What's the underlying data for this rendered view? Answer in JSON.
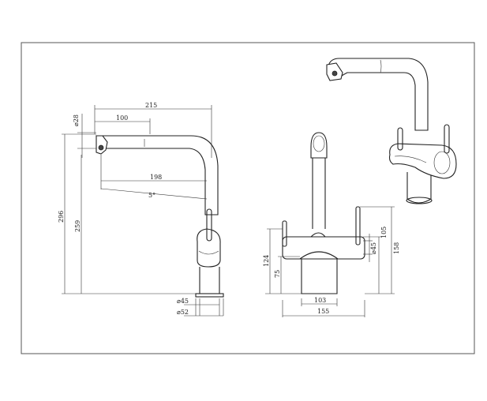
{
  "dimensions": {
    "side": {
      "d28": "⌀28",
      "d100": "100",
      "d215": "215",
      "d198": "198",
      "deg5": "5°",
      "h296": "296",
      "h259": "259",
      "d45": "⌀45",
      "d52": "⌀52"
    },
    "front": {
      "h124": "124",
      "h75": "75",
      "h105": "105",
      "h158": "158",
      "d45": "⌀45",
      "w103": "103",
      "w155": "155"
    }
  },
  "colors": {
    "line": "#222222",
    "frame": "#555555"
  }
}
